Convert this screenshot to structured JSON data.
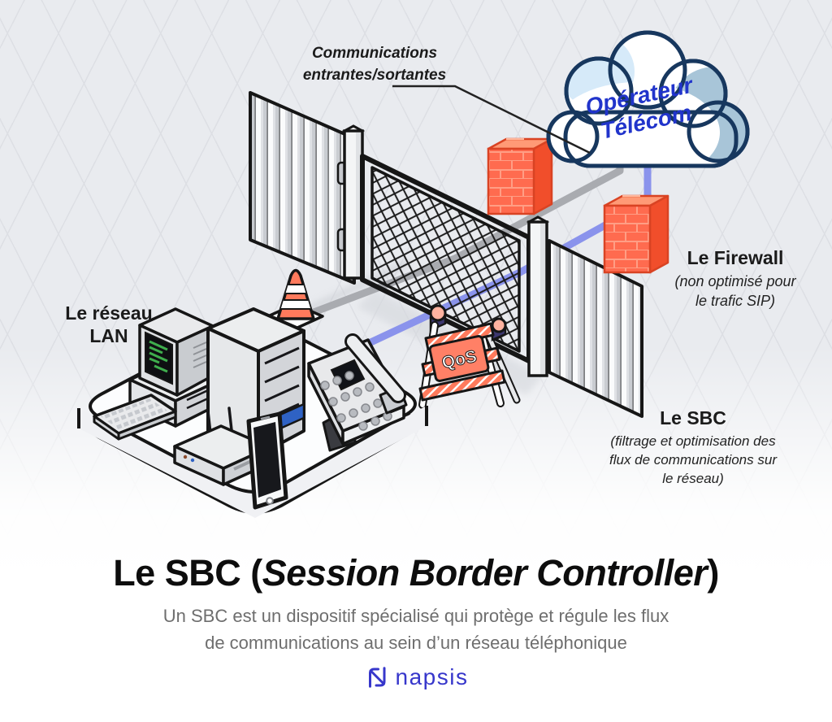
{
  "diagram": {
    "communications_label": {
      "line1": "Communications",
      "line2": "entrantes/sortantes"
    },
    "cloud": {
      "line1": "Opérateur",
      "line2": "Télécom"
    },
    "firewall_label": {
      "title": "Le Firewall",
      "sub_line1": "(non optimisé pour",
      "sub_line2": "le trafic SIP)"
    },
    "sbc_label": {
      "title": "Le SBC",
      "sub_line1": "(filtrage et optimisation des",
      "sub_line2": "flux de communications sur",
      "sub_line3": "le réseau)"
    },
    "lan_label": {
      "line1": "Le réseau",
      "line2": "LAN"
    },
    "qos_sign": "QoS"
  },
  "footer": {
    "title": {
      "prefix": "Le SBC (",
      "emphasis": "Session Border Controller",
      "suffix": ")"
    },
    "subtitle_line1": "Un SBC est un dispositif spécialisé qui protège et régule les flux",
    "subtitle_line2": "de communications au sein d’un réseau téléphonique",
    "brand": "napsis"
  },
  "colors": {
    "background": "#e9ebef",
    "outline": "#161616",
    "brick_orange": "#ff6b4f",
    "cone_orange": "#ff7a5c",
    "wire_gray": "#a9abb0",
    "wire_blue": "#8a93ec",
    "cloud_outline_navy": "#17375e",
    "cloud_text_blue": "#2134cb",
    "cloud_shade_light": "#d6eaf9",
    "cloud_shade_steel": "#a8c5d8",
    "terminal_green": "#3fae4d",
    "brand_blue": "#3737cb",
    "subtitle_gray": "#6e6e6e"
  }
}
